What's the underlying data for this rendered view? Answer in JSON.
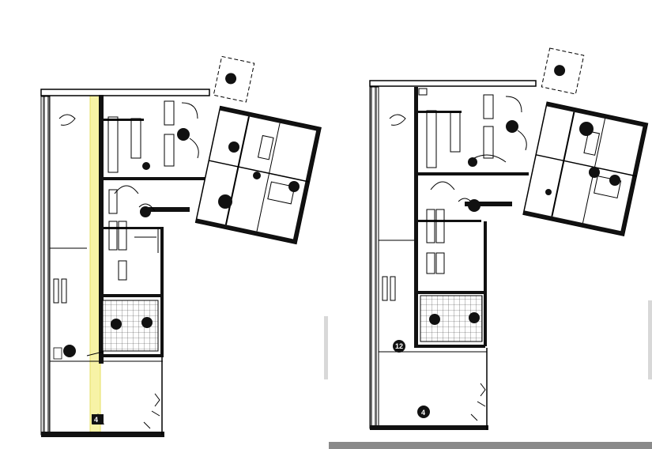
{
  "view": {
    "title": "",
    "left_panel_name": "plan-with-highlight",
    "right_panel_name": "plan-clean"
  },
  "callouts": {
    "left_axis_bottom": "4",
    "right_axis_mid": "12",
    "right_axis_bottom": "4"
  },
  "colors": {
    "highlight": "#f7f3a6",
    "highlight_edge": "#e6df66",
    "wall_fill": "#111111",
    "hatch": "#6f6f6f",
    "scrollbar": "#8a8a8a"
  },
  "icons": [
    "section-marker-icon",
    "door-swing-icon",
    "elevation-bubble-icon"
  ]
}
